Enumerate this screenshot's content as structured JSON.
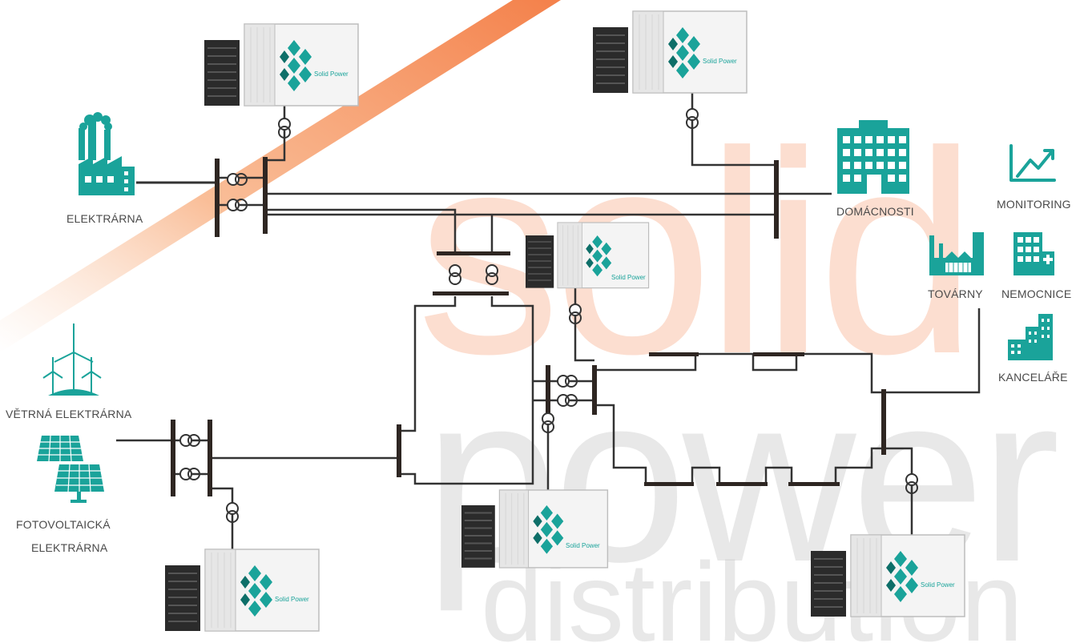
{
  "watermark": {
    "word1": "solid",
    "word2": "power",
    "word3": "distribution",
    "accent": "#f26a2a",
    "grey": "#cfcfcf"
  },
  "colors": {
    "teal": "#1aa39a",
    "line": "#333333",
    "label": "#4a4a4a"
  },
  "container_brand": "Solid Power",
  "labels": {
    "power_plant": "ELEKTRÁRNA",
    "households": "DOMÁCNOSTI",
    "monitoring": "MONITORING",
    "factories": "TOVÁRNY",
    "hospitals": "NEMOCNICE",
    "offices": "KANCELÁŘE",
    "wind_plant": "VĚTRNÁ ELEKTRÁRNA",
    "solar_plant_line1": "FOTOVOLTAICKÁ",
    "solar_plant_line2": "ELEKTRÁRNA"
  },
  "icons": [
    "factory-icon",
    "building-icon",
    "chart-up-icon",
    "industrial-plant-icon",
    "hospital-icon",
    "office-icon",
    "wind-turbine-icon",
    "solar-panel-icon",
    "battery-storage-icon",
    "transformer-icon"
  ]
}
